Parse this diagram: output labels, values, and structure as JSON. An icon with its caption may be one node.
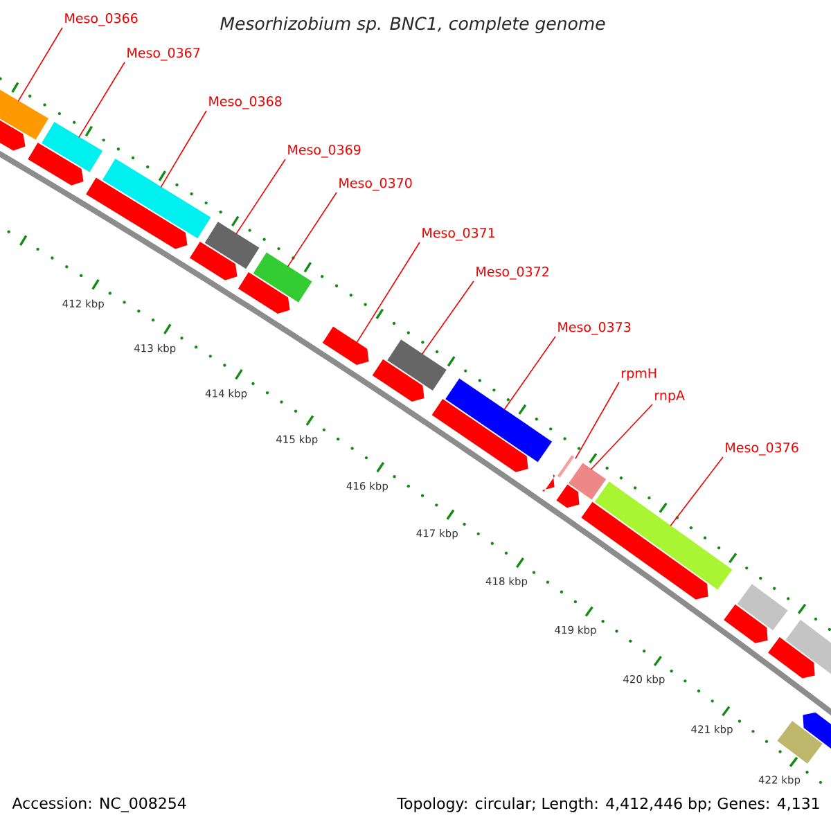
{
  "diagram": {
    "title": "Mesorhizobium sp. BNC1, complete genome",
    "nodes": [
      {
        "text": [
          "Meso_0366"
        ]
      },
      {
        "text": [
          "Meso_0367"
        ]
      },
      {
        "text": [
          "Meso_0368"
        ]
      },
      {
        "text": [
          "Meso_0369"
        ]
      },
      {
        "text": [
          "Meso_0370"
        ]
      },
      {
        "text": [
          "Meso_0371"
        ]
      },
      {
        "text": [
          "Meso_0372"
        ]
      },
      {
        "text": [
          "Meso_0373"
        ]
      },
      {
        "text": [
          "rpmH"
        ]
      },
      {
        "text": [
          "rnpA"
        ]
      },
      {
        "text": [
          "Meso_0376"
        ]
      },
      {
        "text": [],
        "shape": "arrow"
      },
      {
        "text": [],
        "shape": "arrow"
      },
      {
        "text": [],
        "shape": "arrow"
      },
      {
        "text": [],
        "shape": "arrow"
      },
      {
        "text": [],
        "shape": "arrow"
      },
      {
        "text": [],
        "shape": "arrow"
      },
      {
        "text": [],
        "shape": "arrow"
      },
      {
        "text": [],
        "shape": "arrow"
      },
      {
        "text": [],
        "shape": "arrow"
      },
      {
        "text": [],
        "shape": "arrow"
      },
      {
        "text": [],
        "shape": "arrow"
      },
      {
        "text": [],
        "shape": "arrow"
      },
      {
        "text": [],
        "shape": "arrow"
      },
      {
        "text": [],
        "shape": "arrow"
      }
    ],
    "edges": [
      {
        "from": 0,
        "to": 11,
        "arrow": "none"
      },
      {
        "from": 1,
        "to": 12,
        "arrow": "none"
      },
      {
        "from": 2,
        "to": 13,
        "arrow": "none"
      },
      {
        "from": 3,
        "to": 14,
        "arrow": "none"
      },
      {
        "from": 4,
        "to": 15,
        "arrow": "none"
      },
      {
        "from": 5,
        "to": 16,
        "arrow": "none"
      },
      {
        "from": 6,
        "to": 17,
        "arrow": "none"
      },
      {
        "from": 7,
        "to": 18,
        "arrow": "none"
      },
      {
        "from": 8,
        "to": 19,
        "arrow": "none"
      },
      {
        "from": 9,
        "to": 20,
        "arrow": "none"
      },
      {
        "from": 10,
        "to": 21,
        "arrow": "none"
      }
    ],
    "labels": [
      "412 kbp",
      "413 kbp",
      "414 kbp",
      "415 kbp",
      "416 kbp",
      "417 kbp",
      "418 kbp",
      "419 kbp",
      "420 kbp",
      "421 kbp",
      "422 kbp",
      "Accession: NC_008254",
      "Topology: circular; Length: 4,412,446 bp; Genes: 4,131"
    ]
  }
}
